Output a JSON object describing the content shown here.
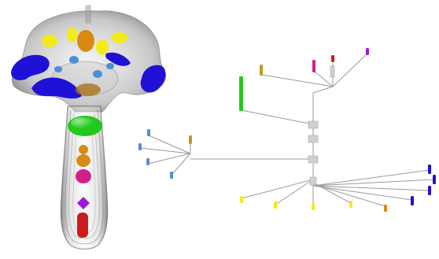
{
  "colors": {
    "background": "#ffffff",
    "shell": "#8c8c8c",
    "shell_dark": "#5e5e5e",
    "tree_line": "#9a9a9a",
    "node_box": "#cfcfcf",
    "blue_dark": "#1f12d6",
    "blue_light": "#4a8fd8",
    "yellow": "#f3ea1a",
    "orange": "#d88a14",
    "green": "#23c81c",
    "magenta": "#d2208a",
    "purple": "#a018d8",
    "red": "#cc1c1c",
    "tan": "#c79428"
  },
  "volume_blobs": [
    {
      "name": "blob-blue-left",
      "color": "blue_dark"
    },
    {
      "name": "blob-blue-right",
      "color": "blue_dark"
    },
    {
      "name": "blob-blue-center",
      "color": "blue_dark"
    },
    {
      "name": "blob-yellow-left",
      "color": "yellow"
    },
    {
      "name": "blob-yellow-mid",
      "color": "yellow"
    },
    {
      "name": "blob-yellow-right",
      "color": "yellow"
    },
    {
      "name": "blob-orange-top",
      "color": "orange"
    },
    {
      "name": "blob-light-blue",
      "color": "blue_light"
    },
    {
      "name": "blob-brown",
      "color": "orange"
    },
    {
      "name": "blob-green",
      "color": "green"
    },
    {
      "name": "blob-orange-stem",
      "color": "orange"
    },
    {
      "name": "blob-magenta",
      "color": "magenta"
    },
    {
      "name": "blob-purple",
      "color": "purple"
    },
    {
      "name": "blob-red",
      "color": "red"
    }
  ],
  "tree_leaves": [
    {
      "name": "leaf-tan-top",
      "color": "tan"
    },
    {
      "name": "leaf-magenta-top",
      "color": "magenta"
    },
    {
      "name": "leaf-red-top",
      "color": "red"
    },
    {
      "name": "leaf-purple-top",
      "color": "purple"
    },
    {
      "name": "leaf-green",
      "color": "green"
    },
    {
      "name": "leaf-blue-light-1",
      "color": "blue_light"
    },
    {
      "name": "leaf-blue-light-2",
      "color": "blue_light"
    },
    {
      "name": "leaf-blue-light-3",
      "color": "blue_light"
    },
    {
      "name": "leaf-blue-light-4",
      "color": "blue_light"
    },
    {
      "name": "leaf-tan-mid",
      "color": "tan"
    },
    {
      "name": "leaf-yellow-1",
      "color": "yellow"
    },
    {
      "name": "leaf-yellow-2",
      "color": "yellow"
    },
    {
      "name": "leaf-yellow-3",
      "color": "yellow"
    },
    {
      "name": "leaf-yellow-4",
      "color": "yellow"
    },
    {
      "name": "leaf-orange-bottom",
      "color": "orange"
    },
    {
      "name": "leaf-blue-dark-1",
      "color": "blue_dark"
    },
    {
      "name": "leaf-blue-dark-2",
      "color": "blue_dark"
    },
    {
      "name": "leaf-blue-dark-3",
      "color": "blue_dark"
    },
    {
      "name": "leaf-blue-dark-4",
      "color": "blue_dark"
    }
  ]
}
